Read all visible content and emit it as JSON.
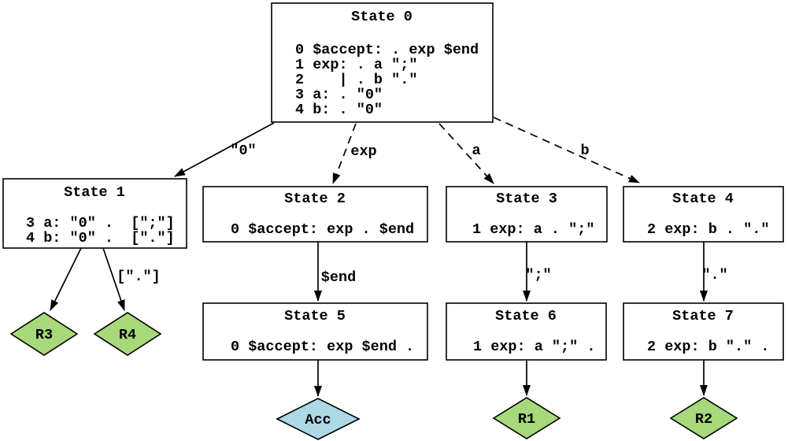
{
  "states": {
    "s0": {
      "title": "State 0",
      "items": [
        "0 $accept: . exp $end",
        "1 exp: . a \";\"",
        "2    | . b \".\"",
        "3 a: . \"0\"",
        "4 b: . \"0\""
      ]
    },
    "s1": {
      "title": "State 1",
      "items": [
        "3 a: \"0\" .  [\";\"]",
        "4 b: \"0\" .  [\".\"]"
      ]
    },
    "s2": {
      "title": "State 2",
      "items": [
        "0 $accept: exp . $end"
      ]
    },
    "s3": {
      "title": "State 3",
      "items": [
        "1 exp: a . \";\""
      ]
    },
    "s4": {
      "title": "State 4",
      "items": [
        "2 exp: b . \".\""
      ]
    },
    "s5": {
      "title": "State 5",
      "items": [
        "0 $accept: exp $end ."
      ]
    },
    "s6": {
      "title": "State 6",
      "items": [
        "1 exp: a \";\" ."
      ]
    },
    "s7": {
      "title": "State 7",
      "items": [
        "2 exp: b \".\" ."
      ]
    }
  },
  "diamonds": {
    "r3": "R3",
    "r4": "R4",
    "acc": "Acc",
    "r1": "R1",
    "r2": "R2"
  },
  "transitions": [
    {
      "from": "State 0",
      "to": "State 1",
      "label": "\"0\"",
      "style": "solid"
    },
    {
      "from": "State 0",
      "to": "State 2",
      "label": "exp",
      "style": "dashed"
    },
    {
      "from": "State 0",
      "to": "State 3",
      "label": "a",
      "style": "dashed"
    },
    {
      "from": "State 0",
      "to": "State 4",
      "label": "b",
      "style": "dashed"
    },
    {
      "from": "State 1",
      "to": "R3",
      "label": "",
      "style": "solid"
    },
    {
      "from": "State 1",
      "to": "R4",
      "label": "[\".\"]",
      "style": "solid"
    },
    {
      "from": "State 2",
      "to": "State 5",
      "label": "$end",
      "style": "solid"
    },
    {
      "from": "State 3",
      "to": "State 6",
      "label": "\";\"",
      "style": "solid"
    },
    {
      "from": "State 4",
      "to": "State 7",
      "label": "\".\"",
      "style": "solid"
    },
    {
      "from": "State 5",
      "to": "Acc",
      "label": "",
      "style": "solid"
    },
    {
      "from": "State 6",
      "to": "R1",
      "label": "",
      "style": "solid"
    },
    {
      "from": "State 7",
      "to": "R2",
      "label": "",
      "style": "solid"
    }
  ],
  "colors": {
    "reduce_fill": "#A7D879",
    "accept_fill": "#ADD8E6",
    "stroke": "#000000",
    "background": "#FFFFFF"
  }
}
